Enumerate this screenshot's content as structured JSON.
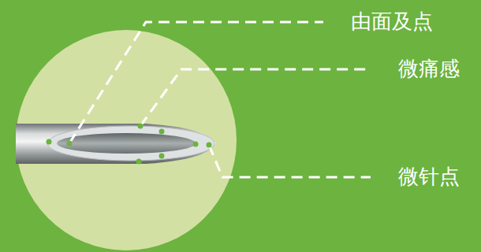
{
  "diagram": {
    "labels": [
      "由面及点",
      "微痛感",
      "微针点"
    ]
  }
}
